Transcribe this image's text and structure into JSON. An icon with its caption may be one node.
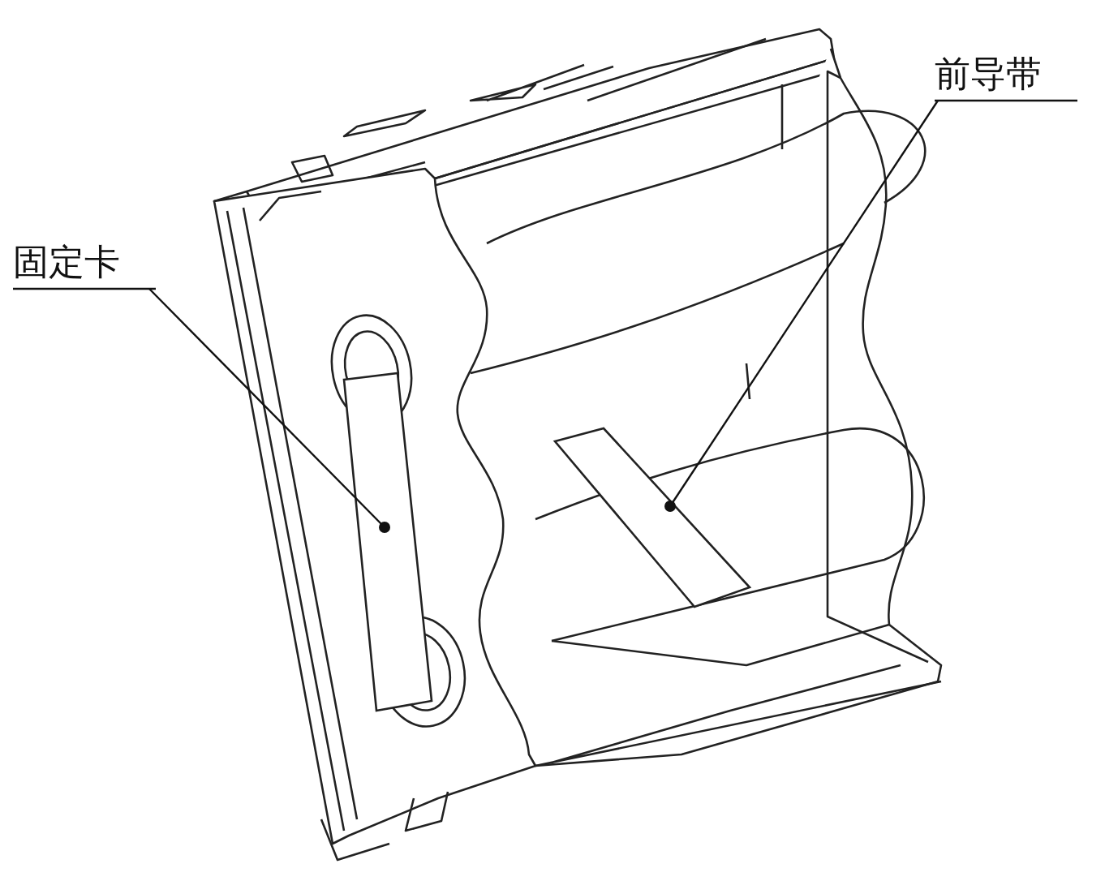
{
  "diagram": {
    "nodes": [
      {
        "text": [
          "固定卡"
        ]
      },
      {
        "text": [
          "前导带"
        ]
      },
      {
        "text": [],
        "shape": "bar"
      },
      {
        "text": [],
        "shape": "bar"
      }
    ],
    "edges": [
      {
        "from": 0,
        "to": 2,
        "arrow": "other"
      },
      {
        "from": 1,
        "to": 3,
        "arrow": "other"
      }
    ]
  }
}
